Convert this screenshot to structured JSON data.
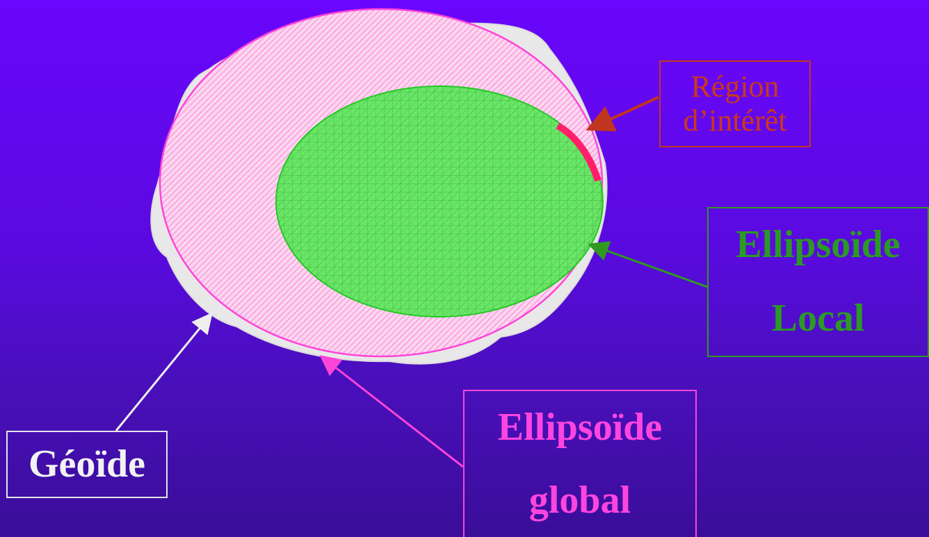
{
  "labels": {
    "region": [
      "Région",
      "d’intérêt"
    ],
    "local": [
      "Ellipsoïde",
      "Local"
    ],
    "global": [
      "Ellipsoïde",
      "global"
    ],
    "geoide": "Géoïde"
  },
  "colors": {
    "background_top": "#6a06fc",
    "background_bottom": "#3a0e98",
    "geoide": "#e8e8e8",
    "global_ellipsoid": "#ff44d8",
    "local_ellipsoid": "#2fd62f",
    "region_arc": "#ff1f6a",
    "region_text": "#c9391c",
    "local_text": "#2b9a25",
    "global_text": "#ff45e0",
    "geoide_text": "#f2f2f2"
  }
}
